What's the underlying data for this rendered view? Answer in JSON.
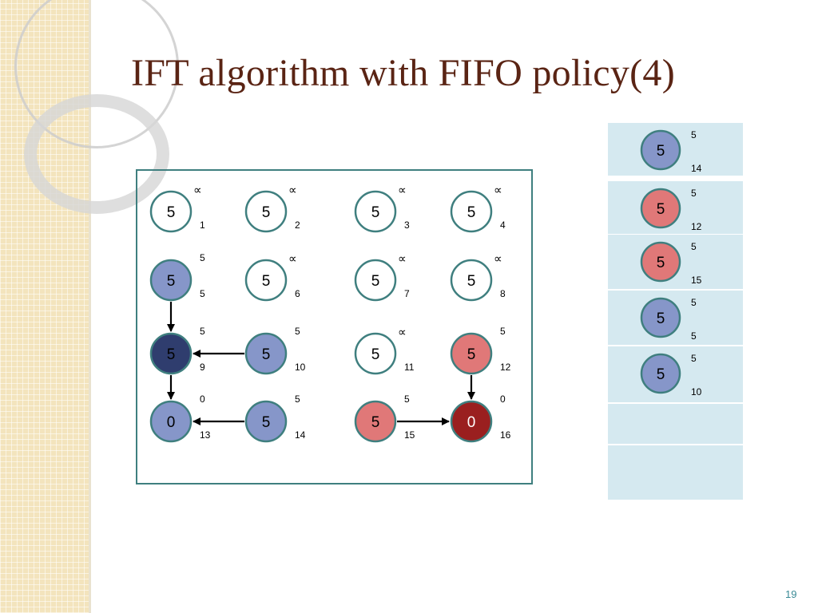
{
  "slide": {
    "title": "IFT algorithm with FIFO policy(4)",
    "page_number": "19"
  },
  "colors": {
    "title": "#5a2414",
    "frame": "#3f7f7f",
    "node_white": "#ffffff",
    "node_blue": "#8696c9",
    "node_dark_blue": "#2f3d6e",
    "node_pink": "#e07878",
    "node_dark_red": "#9a1f1f",
    "queue_cell": "#d5e9f0"
  },
  "graph": {
    "nodes": [
      {
        "id": "1",
        "value": "5",
        "cost": "∝",
        "index": "1",
        "fill": "white"
      },
      {
        "id": "2",
        "value": "5",
        "cost": "∝",
        "index": "2",
        "fill": "white"
      },
      {
        "id": "3",
        "value": "5",
        "cost": "∝",
        "index": "3",
        "fill": "white"
      },
      {
        "id": "4",
        "value": "5",
        "cost": "∝",
        "index": "4",
        "fill": "white"
      },
      {
        "id": "5",
        "value": "5",
        "cost": "5",
        "index": "5",
        "fill": "blue"
      },
      {
        "id": "6",
        "value": "5",
        "cost": "∝",
        "index": "6",
        "fill": "white"
      },
      {
        "id": "7",
        "value": "5",
        "cost": "∝",
        "index": "7",
        "fill": "white"
      },
      {
        "id": "8",
        "value": "5",
        "cost": "∝",
        "index": "8",
        "fill": "white"
      },
      {
        "id": "9",
        "value": "5",
        "cost": "5",
        "index": "9",
        "fill": "dark_blue"
      },
      {
        "id": "10",
        "value": "5",
        "cost": "5",
        "index": "10",
        "fill": "blue"
      },
      {
        "id": "11",
        "value": "5",
        "cost": "∝",
        "index": "11",
        "fill": "white"
      },
      {
        "id": "12",
        "value": "5",
        "cost": "5",
        "index": "12",
        "fill": "pink"
      },
      {
        "id": "13",
        "value": "0",
        "cost": "0",
        "index": "13",
        "fill": "blue"
      },
      {
        "id": "14",
        "value": "5",
        "cost": "5",
        "index": "14",
        "fill": "blue"
      },
      {
        "id": "15",
        "value": "5",
        "cost": "5",
        "index": "15",
        "fill": "pink"
      },
      {
        "id": "16",
        "value": "0",
        "cost": "0",
        "index": "16",
        "fill": "dark_red"
      }
    ],
    "edges": [
      {
        "from": "5",
        "to": "9"
      },
      {
        "from": "10",
        "to": "9"
      },
      {
        "from": "9",
        "to": "13"
      },
      {
        "from": "14",
        "to": "13"
      },
      {
        "from": "12",
        "to": "16"
      },
      {
        "from": "15",
        "to": "16"
      }
    ]
  },
  "queue": {
    "items": [
      {
        "value": "5",
        "cost": "5",
        "index": "14",
        "fill": "blue"
      },
      {
        "value": "5",
        "cost": "5",
        "index": "12",
        "fill": "pink"
      },
      {
        "value": "5",
        "cost": "5",
        "index": "15",
        "fill": "pink"
      },
      {
        "value": "5",
        "cost": "5",
        "index": "5",
        "fill": "blue"
      },
      {
        "value": "5",
        "cost": "5",
        "index": "10",
        "fill": "blue"
      }
    ],
    "empty_slots": 2
  }
}
